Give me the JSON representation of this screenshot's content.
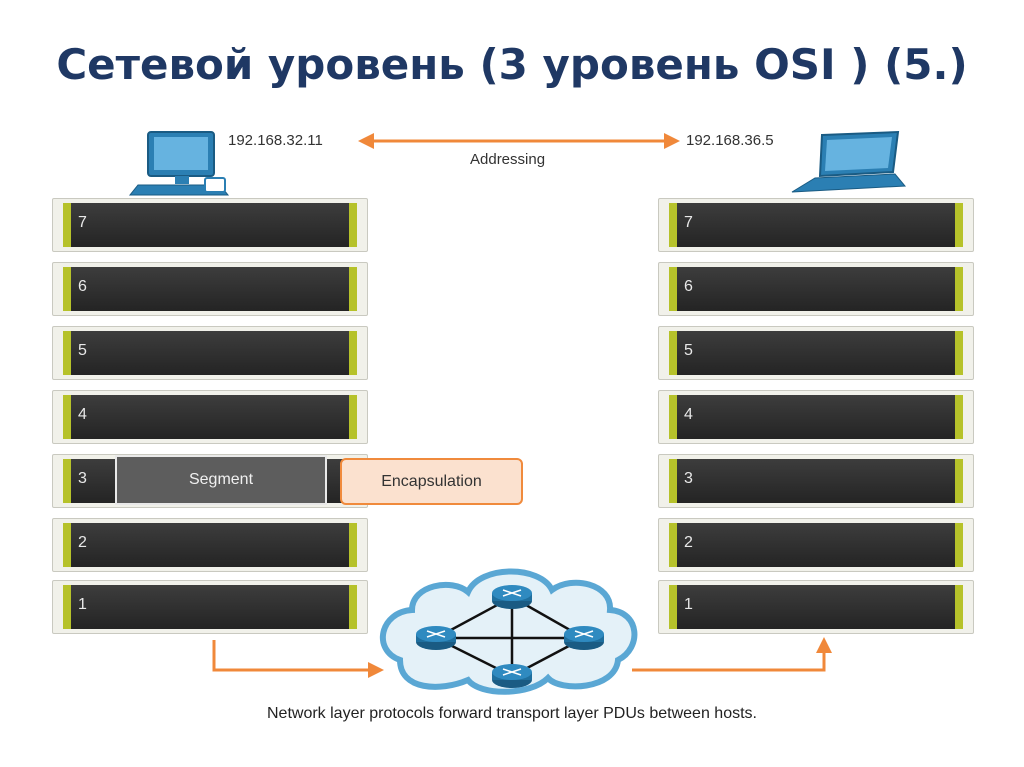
{
  "title": "Сетевой уровень (3 уровень OSI ) (5.)",
  "addressing": {
    "source_ip": "192.168.32.11",
    "dest_ip": "192.168.36.5",
    "label": "Addressing"
  },
  "layers": [
    "7",
    "6",
    "5",
    "4",
    "3",
    "2",
    "1"
  ],
  "segment_label": "Segment",
  "encapsulation_label": "Encapsulation",
  "caption": "Network layer protocols forward transport layer PDUs between hosts.",
  "colors": {
    "title": "#1f3864",
    "arrow": "#f0883a",
    "layer_accent": "#b6c22a",
    "computer": "#2b7fb3",
    "router": "#1f6f9e"
  },
  "icons": {
    "source": "desktop-computer-icon",
    "dest": "laptop-icon",
    "network": "router-cloud-icon"
  }
}
